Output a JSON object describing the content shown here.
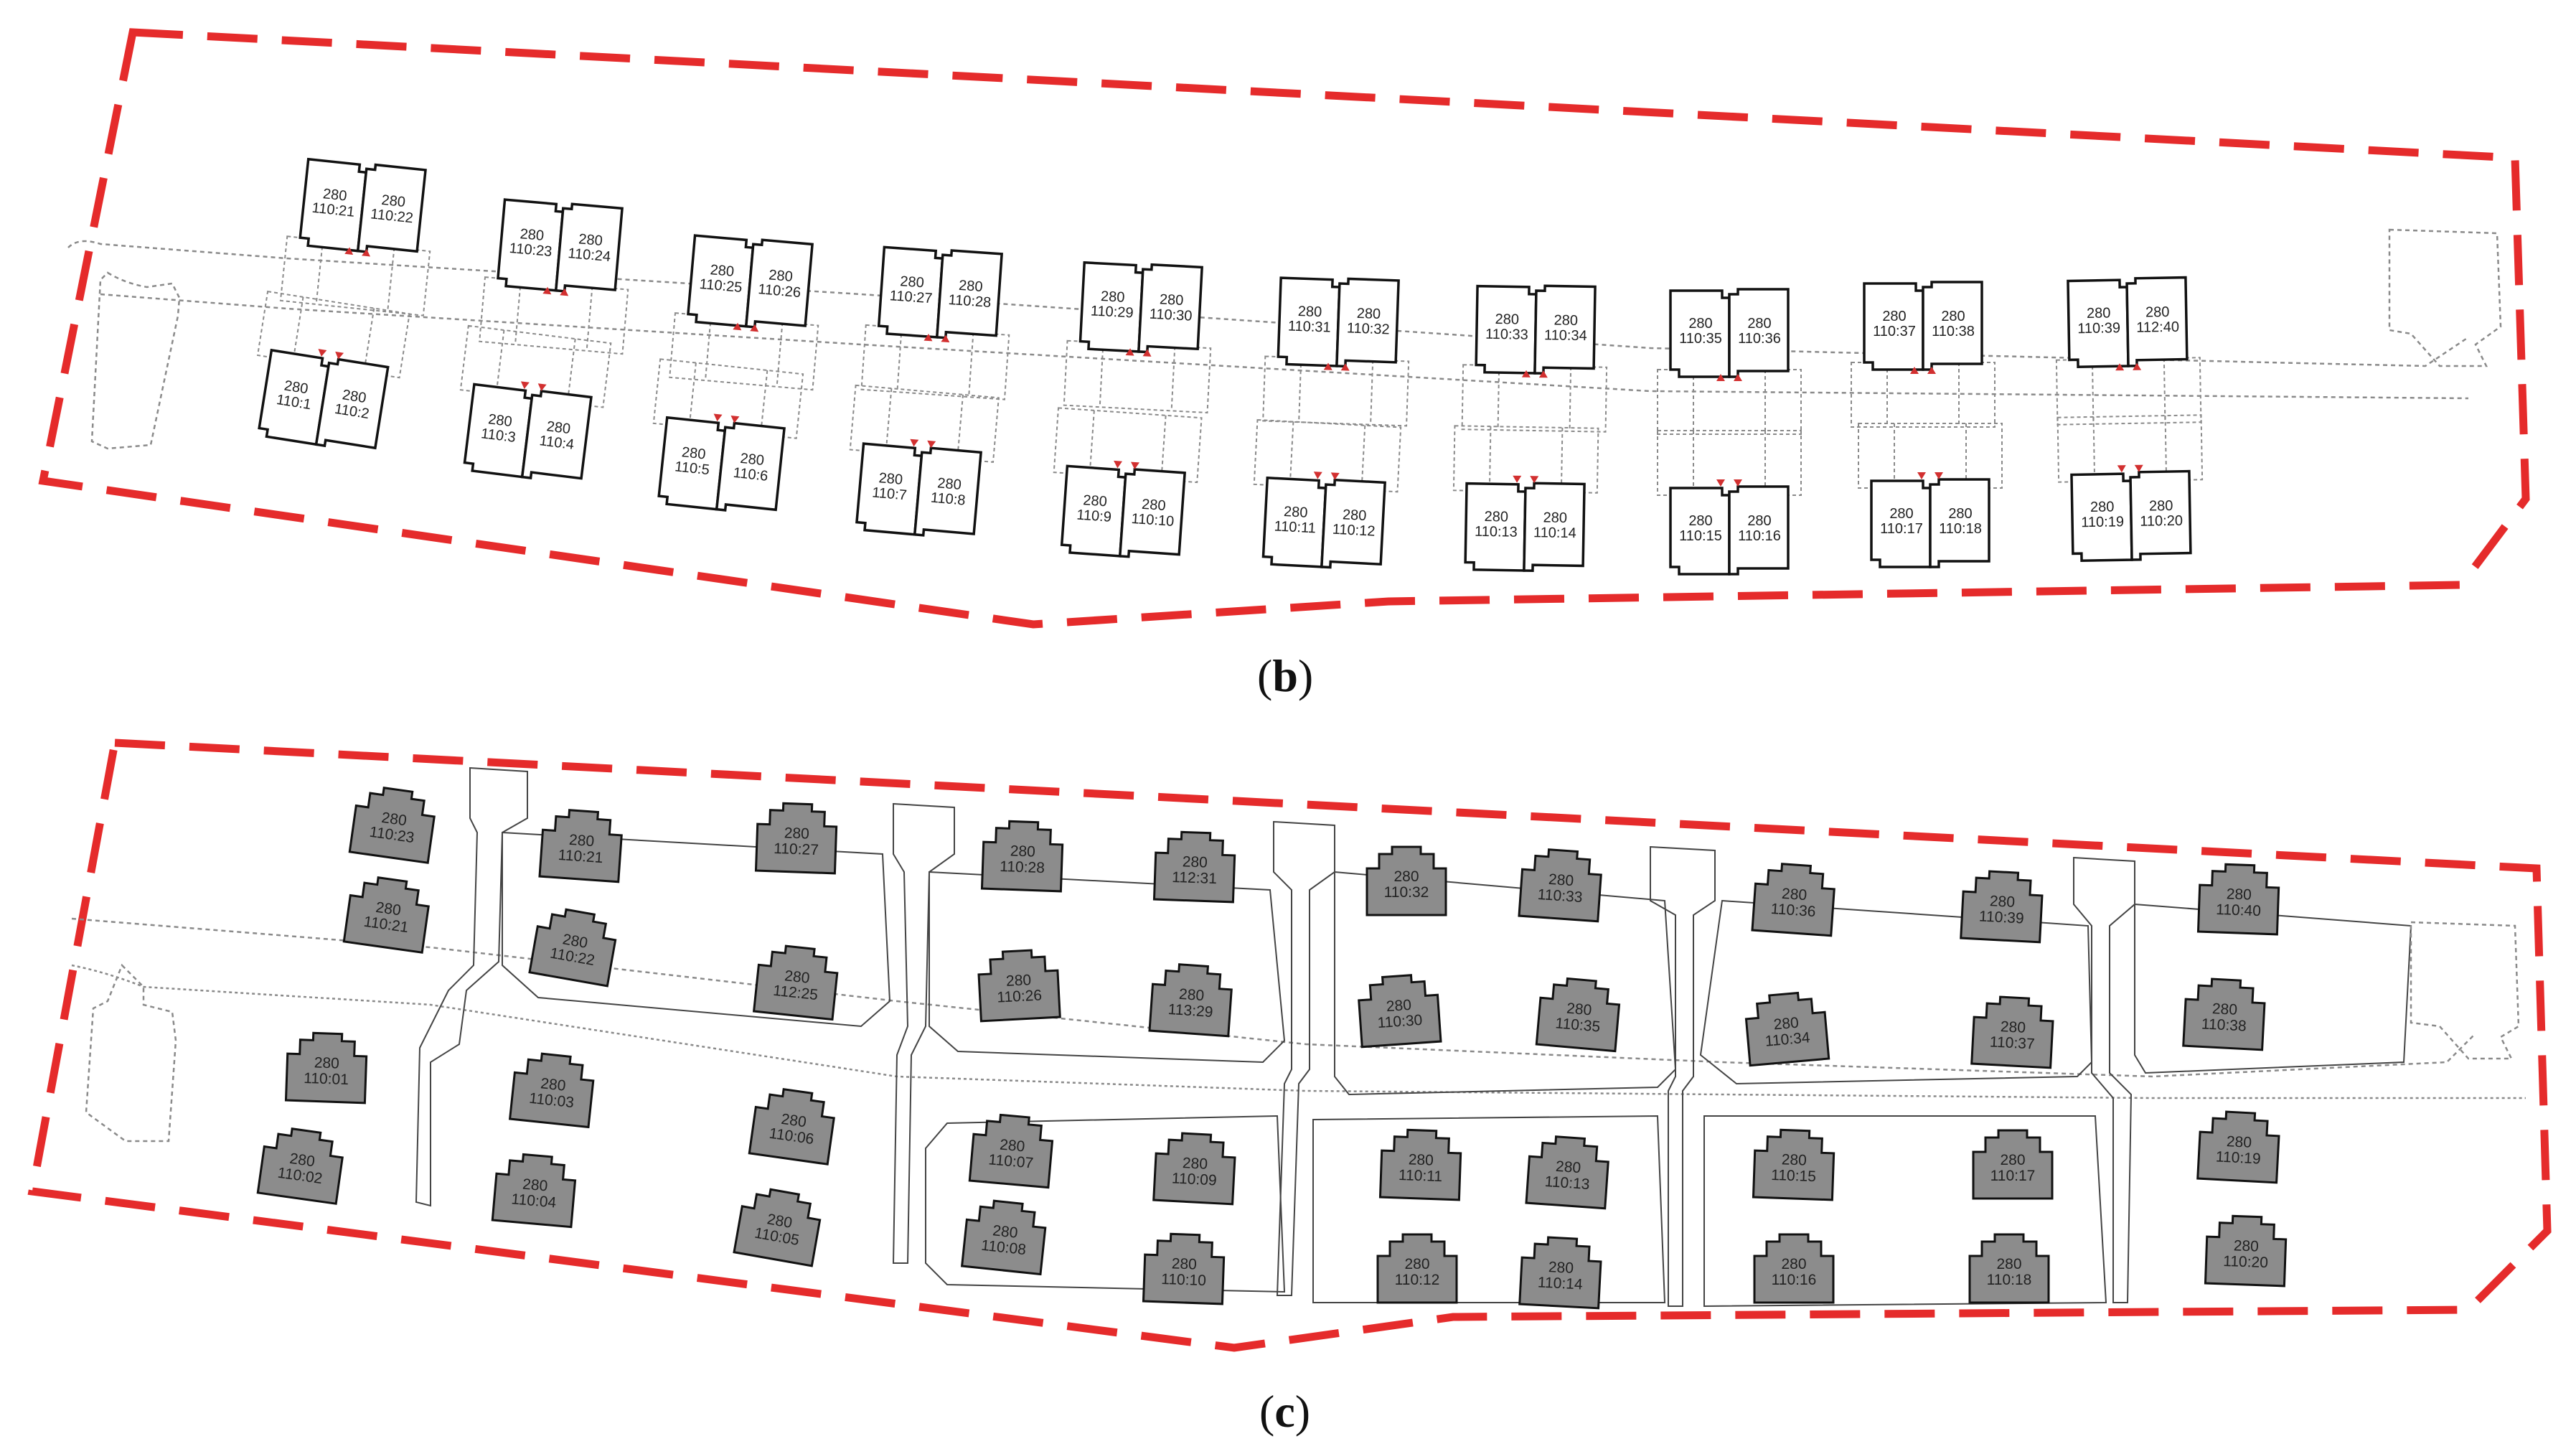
{
  "colors": {
    "boundary": "#e52b2b",
    "gray_fill": "#8c8c8c",
    "outline": "#111111",
    "dashed_road": "#8a8a8a",
    "arrow": "#d23030"
  },
  "panel_b": {
    "caption_letter": "b",
    "top_row": [
      [
        "280\n110:21",
        "280\n110:22"
      ],
      [
        "280\n110:23",
        "280\n110:24"
      ],
      [
        "280\n110:25",
        "280\n110:26"
      ],
      [
        "280\n110:27",
        "280\n110:28"
      ],
      [
        "280\n110:29",
        "280\n110:30"
      ],
      [
        "280\n110:31",
        "280\n110:32"
      ],
      [
        "280\n110:33",
        "280\n110:34"
      ],
      [
        "280\n110:35",
        "280\n110:36"
      ],
      [
        "280\n110:37",
        "280\n110:38"
      ],
      [
        "280\n110:39",
        "280\n112:40"
      ]
    ],
    "bottom_row": [
      [
        "280\n110:1",
        "280\n110:2"
      ],
      [
        "280\n110:3",
        "280\n110:4"
      ],
      [
        "280\n110:5",
        "280\n110:6"
      ],
      [
        "280\n110:7",
        "280\n110:8"
      ],
      [
        "280\n110:9",
        "280\n110:10"
      ],
      [
        "280\n110:11",
        "280\n110:12"
      ],
      [
        "280\n110:13",
        "280\n110:14"
      ],
      [
        "280\n110:15",
        "280\n110:16"
      ],
      [
        "280\n110:17",
        "280\n110:18"
      ],
      [
        "280\n110:19",
        "280\n110:20"
      ]
    ]
  },
  "panel_c": {
    "caption_letter": "c",
    "buildings": [
      "280\n110:23",
      "280\n110:21",
      "280\n110:21",
      "280\n110:22",
      "280\n110:27",
      "280\n112:25",
      "280\n110:28",
      "280\n112:31",
      "280\n110:26",
      "280\n113:29",
      "280\n110:32",
      "280\n110:33",
      "280\n110:30",
      "280\n110:35",
      "280\n110:36",
      "280\n110:39",
      "280\n110:34",
      "280\n110:37",
      "280\n110:40",
      "280\n110:38",
      "280\n110:01",
      "280\n110:02",
      "280\n110:03",
      "280\n110:04",
      "280\n110:06",
      "280\n110:05",
      "280\n110:07",
      "280\n110:09",
      "280\n110:08",
      "280\n110:10",
      "280\n110:11",
      "280\n110:13",
      "280\n110:12",
      "280\n110:14",
      "280\n110:15",
      "280\n110:17",
      "280\n110:16",
      "280\n110:18",
      "280\n110:19",
      "280\n110:20"
    ]
  }
}
